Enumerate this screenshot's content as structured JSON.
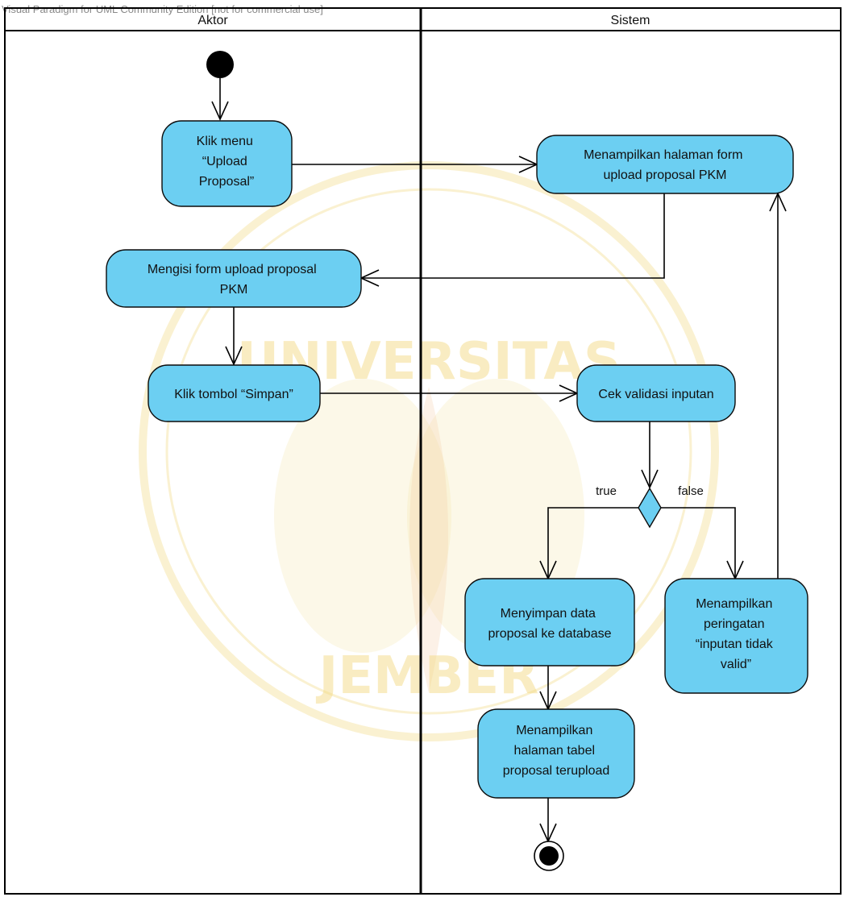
{
  "edition_banner": "Visual Paradigm for UML Community Edition [not for commercial use]",
  "watermark": {
    "text": "UNIVERSITAS JEMBER",
    "color": "#f2d77a"
  },
  "lanes": [
    {
      "id": "aktor",
      "label": "Aktor"
    },
    {
      "id": "sistem",
      "label": "Sistem"
    }
  ],
  "actions": [
    {
      "id": "klik-menu",
      "lane": "aktor",
      "lines": [
        "Klik menu",
        "“Upload",
        "Proposal”"
      ]
    },
    {
      "id": "tampil-form",
      "lane": "sistem",
      "lines": [
        "Menampilkan halaman form",
        "upload proposal PKM"
      ]
    },
    {
      "id": "isi-form",
      "lane": "aktor",
      "lines": [
        "Mengisi form upload proposal",
        "PKM"
      ]
    },
    {
      "id": "klik-simpan",
      "lane": "aktor",
      "lines": [
        "Klik tombol “Simpan”"
      ]
    },
    {
      "id": "cek-validasi",
      "lane": "sistem",
      "lines": [
        "Cek validasi inputan"
      ]
    },
    {
      "id": "simpan-data",
      "lane": "sistem",
      "lines": [
        "Menyimpan data",
        "proposal ke database"
      ]
    },
    {
      "id": "peringatan",
      "lane": "sistem",
      "lines": [
        "Menampilkan",
        "peringatan",
        "“inputan tidak",
        "valid”"
      ]
    },
    {
      "id": "tampil-tabel",
      "lane": "sistem",
      "lines": [
        "Menampilkan",
        "halaman tabel",
        "proposal terupload"
      ]
    }
  ],
  "decision": {
    "true_label": "true",
    "false_label": "false"
  },
  "colors": {
    "action_fill": "#6ccff2",
    "line": "#000000"
  }
}
